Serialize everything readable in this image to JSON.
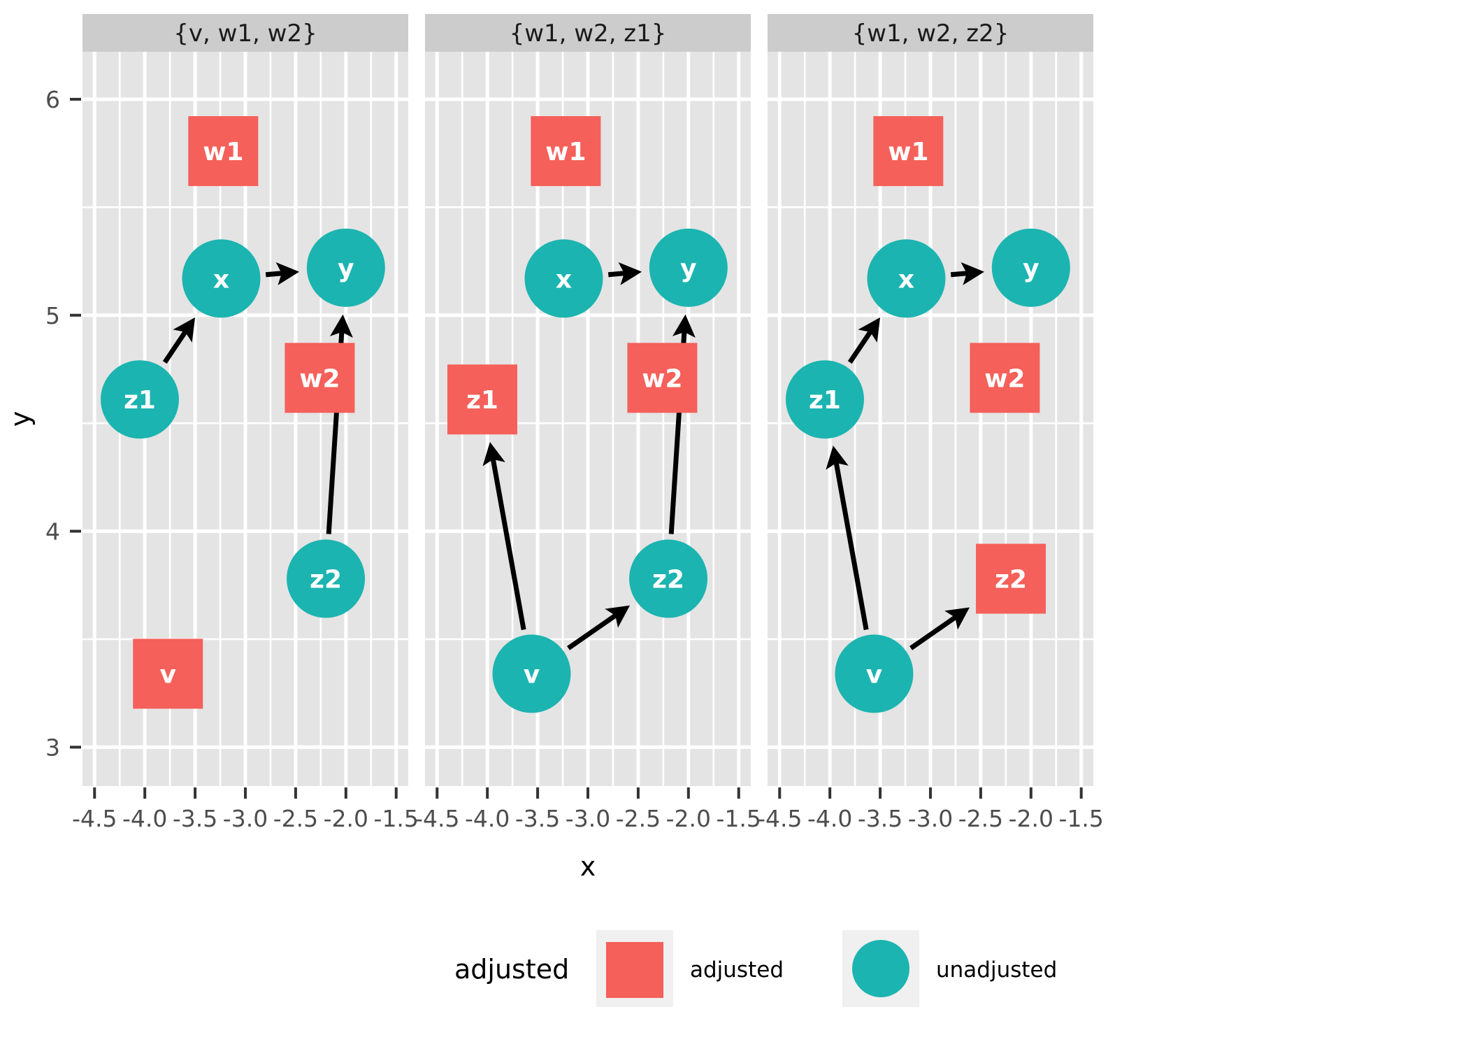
{
  "chart_data": {
    "type": "scatter",
    "title": "",
    "xlabel": "x",
    "ylabel": "y",
    "xlim": [
      -4.62,
      -1.38
    ],
    "ylim": [
      2.82,
      6.22
    ],
    "xticks": [
      "-4.5",
      "-4.0",
      "-3.5",
      "-3.0",
      "-2.5",
      "-2.0",
      "-1.5"
    ],
    "xtick_values": [
      -4.5,
      -4.0,
      -3.5,
      -3.0,
      -2.5,
      -2.0,
      -1.5
    ],
    "yticks": [
      "6",
      "5",
      "4",
      "3"
    ],
    "ytick_values": [
      6,
      5,
      4,
      3
    ],
    "grid": true,
    "legend_position": "bottom",
    "facet_type": "wrap",
    "facets": [
      {
        "label": "{v, w1, w2}",
        "nodes": [
          {
            "name": "w1",
            "x": -3.22,
            "y": 5.76,
            "adjusted": "adjusted"
          },
          {
            "name": "x",
            "x": -3.24,
            "y": 5.17,
            "adjusted": "unadjusted"
          },
          {
            "name": "y",
            "x": -2.0,
            "y": 5.22,
            "adjusted": "unadjusted"
          },
          {
            "name": "z1",
            "x": -4.05,
            "y": 4.61,
            "adjusted": "unadjusted"
          },
          {
            "name": "w2",
            "x": -2.26,
            "y": 4.71,
            "adjusted": "adjusted"
          },
          {
            "name": "z2",
            "x": -2.2,
            "y": 3.78,
            "adjusted": "unadjusted"
          },
          {
            "name": "v",
            "x": -3.77,
            "y": 3.34,
            "adjusted": "adjusted"
          }
        ],
        "edges": [
          {
            "from": "z1",
            "to": "x"
          },
          {
            "from": "x",
            "to": "y"
          },
          {
            "from": "z2",
            "to": "y"
          }
        ]
      },
      {
        "label": "{w1, w2, z1}",
        "nodes": [
          {
            "name": "w1",
            "x": -3.22,
            "y": 5.76,
            "adjusted": "adjusted"
          },
          {
            "name": "x",
            "x": -3.24,
            "y": 5.17,
            "adjusted": "unadjusted"
          },
          {
            "name": "y",
            "x": -2.0,
            "y": 5.22,
            "adjusted": "unadjusted"
          },
          {
            "name": "z1",
            "x": -4.05,
            "y": 4.61,
            "adjusted": "adjusted"
          },
          {
            "name": "w2",
            "x": -2.26,
            "y": 4.71,
            "adjusted": "adjusted"
          },
          {
            "name": "z2",
            "x": -2.2,
            "y": 3.78,
            "adjusted": "unadjusted"
          },
          {
            "name": "v",
            "x": -3.56,
            "y": 3.34,
            "adjusted": "unadjusted"
          }
        ],
        "edges": [
          {
            "from": "x",
            "to": "y"
          },
          {
            "from": "z2",
            "to": "y"
          },
          {
            "from": "v",
            "to": "z1"
          },
          {
            "from": "v",
            "to": "z2"
          }
        ]
      },
      {
        "label": "{w1, w2, z2}",
        "nodes": [
          {
            "name": "w1",
            "x": -3.22,
            "y": 5.76,
            "adjusted": "adjusted"
          },
          {
            "name": "x",
            "x": -3.24,
            "y": 5.17,
            "adjusted": "unadjusted"
          },
          {
            "name": "y",
            "x": -2.0,
            "y": 5.22,
            "adjusted": "unadjusted"
          },
          {
            "name": "z1",
            "x": -4.05,
            "y": 4.61,
            "adjusted": "unadjusted"
          },
          {
            "name": "w2",
            "x": -2.26,
            "y": 4.71,
            "adjusted": "adjusted"
          },
          {
            "name": "z2",
            "x": -2.2,
            "y": 3.78,
            "adjusted": "adjusted"
          },
          {
            "name": "v",
            "x": -3.56,
            "y": 3.34,
            "adjusted": "unadjusted"
          }
        ],
        "edges": [
          {
            "from": "z1",
            "to": "x"
          },
          {
            "from": "x",
            "to": "y"
          },
          {
            "from": "v",
            "to": "z1"
          },
          {
            "from": "v",
            "to": "z2"
          }
        ]
      }
    ]
  },
  "legend": {
    "title": "adjusted",
    "entries": [
      {
        "label": "adjusted",
        "shape": "square",
        "color": "#F5605A"
      },
      {
        "label": "unadjusted",
        "shape": "circle",
        "color": "#1CB4B0"
      }
    ]
  },
  "colors": {
    "adjusted": "#F5605A",
    "unadjusted": "#1CB4B0",
    "panel_background": "#E4E4E4",
    "strip_background": "#CCCCCC",
    "gridline": "#FFFFFF",
    "edge": "#000000",
    "node_text": "#FFFFFF",
    "axis_text": "#4D4D4D",
    "legend_key_background": "#F0F0F0"
  }
}
